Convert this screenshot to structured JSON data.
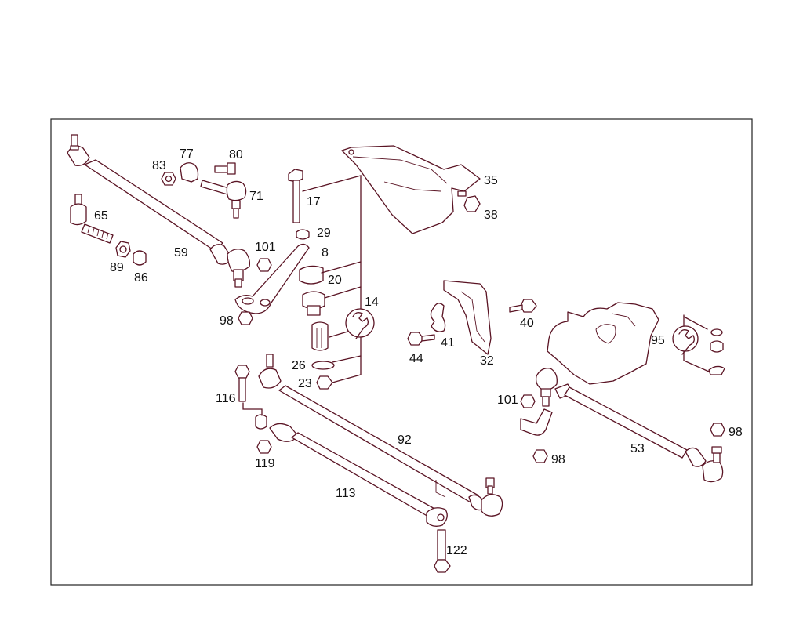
{
  "colors": {
    "line_art": "#5a1424",
    "frame": "#222222",
    "label": "#111111",
    "background": "#ffffff"
  },
  "icons": {
    "wrench": "wrench-icon"
  },
  "labels": {
    "l83": "83",
    "l77": "77",
    "l80": "80",
    "l71": "71",
    "l65": "65",
    "l59": "59",
    "l89": "89",
    "l86": "86",
    "l101a": "101",
    "l98a": "98",
    "l17": "17",
    "l29": "29",
    "l8": "8",
    "l20": "20",
    "l14": "14",
    "l26": "26",
    "l23": "23",
    "l35": "35",
    "l38": "38",
    "l41": "41",
    "l44": "44",
    "l40": "40",
    "l32": "32",
    "l95": "95",
    "l101b": "101",
    "l98b": "98",
    "l98c": "98",
    "l53": "53",
    "l116": "116",
    "l119": "119",
    "l92": "92",
    "l113": "113",
    "l122": "122"
  }
}
